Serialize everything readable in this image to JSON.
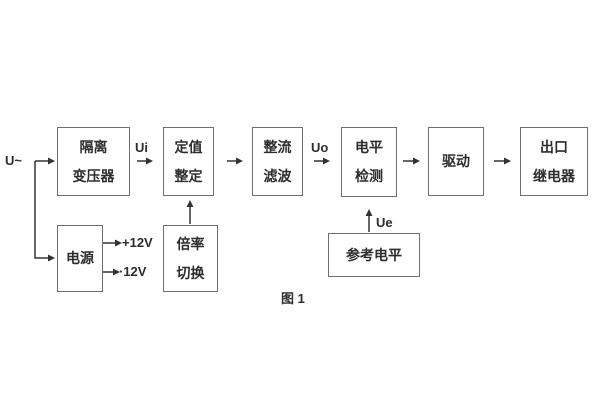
{
  "caption": "图 1",
  "labels": {
    "u_input": "U~",
    "ui": "Ui",
    "uo": "Uo",
    "ue": "Ue",
    "rail_pos": "+12V",
    "rail_neg": "·12V"
  },
  "blocks": {
    "isolation_transformer": {
      "line1": "隔离",
      "line2": "变压器"
    },
    "setting_adjust": {
      "line1": "定值",
      "line2": "整定"
    },
    "rectifier_filter": {
      "line1": "整流",
      "line2": "滤波"
    },
    "level_detect": {
      "line1": "电平",
      "line2": "检测"
    },
    "drive": {
      "line1": "驱动"
    },
    "output_relay": {
      "line1": "出口",
      "line2": "继电器"
    },
    "power_supply": {
      "line1": "电源"
    },
    "ratio_switch": {
      "line1": "倍率",
      "line2": "切换"
    },
    "reference_level": {
      "line1": "参考电平"
    }
  },
  "colors": {
    "background": "#ffffff",
    "box_border": "#6f6f6f",
    "wire": "#333333",
    "text": "#2d2d2d"
  }
}
